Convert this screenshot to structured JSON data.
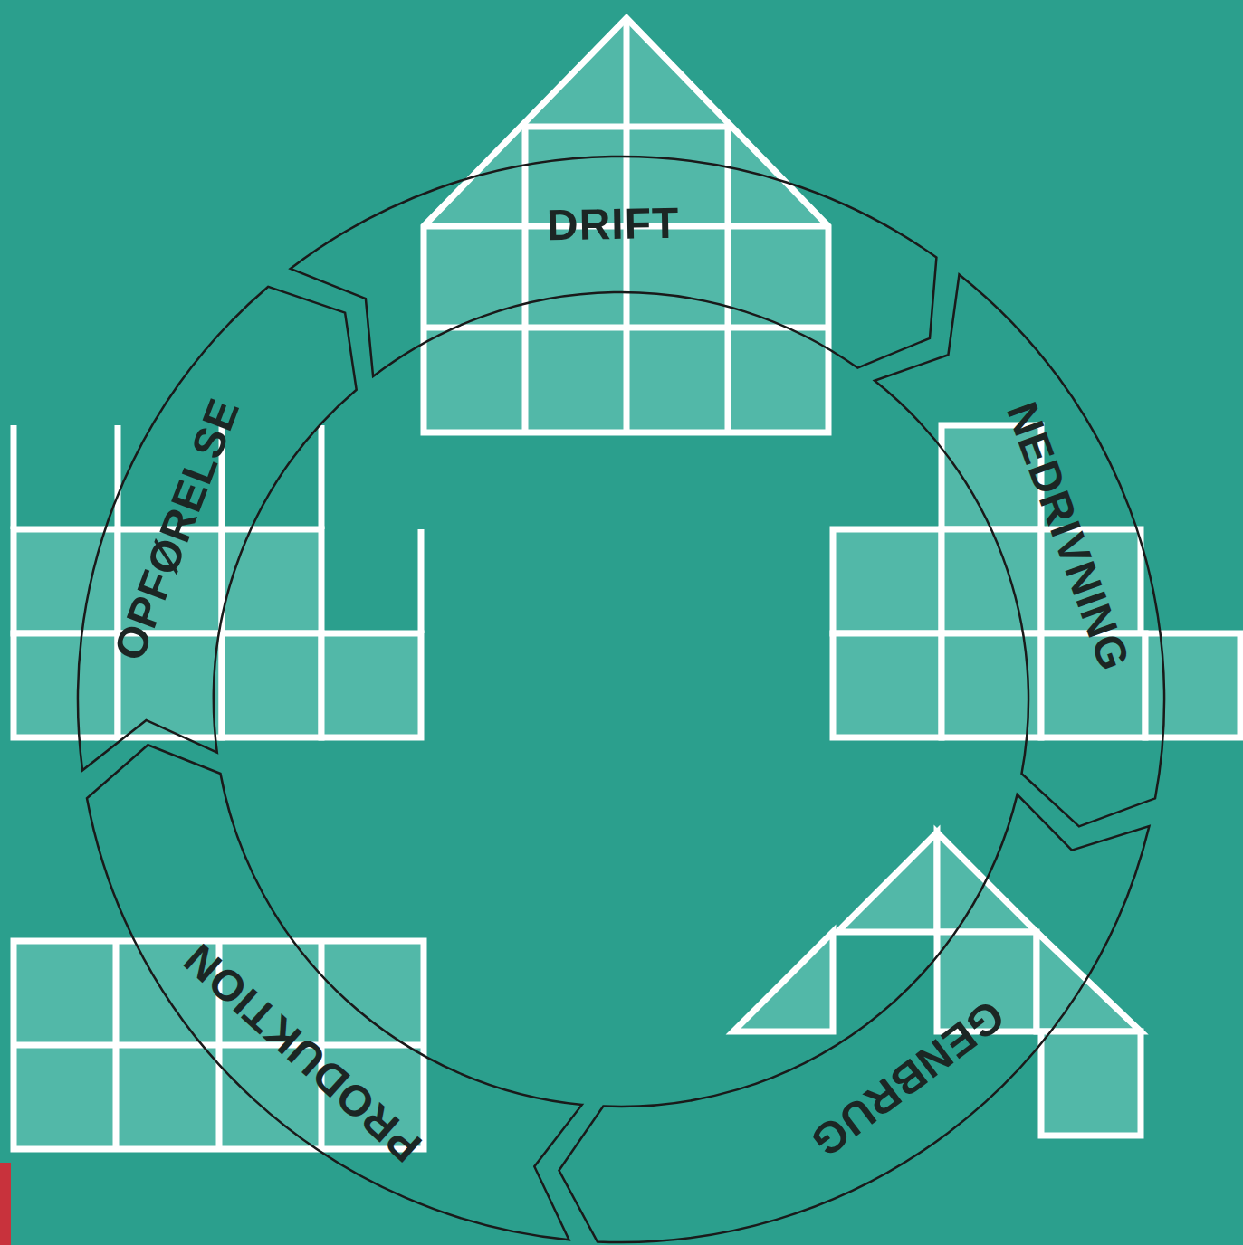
{
  "diagram": {
    "nodes": [
      {
        "text": [
          "DRIFT"
        ]
      },
      {
        "text": [
          "NEDRIVNING"
        ]
      },
      {
        "text": [
          "GENBRUG"
        ]
      },
      {
        "text": [
          "PRODUKTION"
        ]
      },
      {
        "text": [
          "OPFØRELSE"
        ]
      }
    ]
  }
}
